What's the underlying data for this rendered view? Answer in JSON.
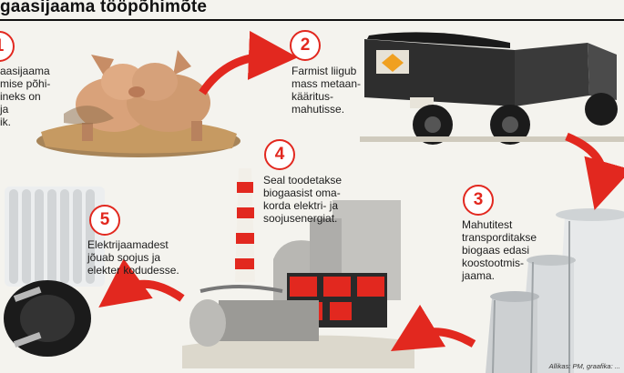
{
  "header": {
    "title": "gaasijaama tööpõhimõte"
  },
  "steps": [
    {
      "number": "1",
      "text": "aasijaama\nmise põhi-\nineks on\nja\nik."
    },
    {
      "number": "2",
      "text": "Farmist liigub\nmass metaan-\nkääritus-\nmahutisse."
    },
    {
      "number": "3",
      "text": "Mahutitest\ntransporditakse\nbiogaas edasi\nkoostootmis-\njaama."
    },
    {
      "number": "4",
      "text": "Seal toodetakse\nbiogaasist oma-\nkorda elektri- ja\nsoojusenergiat."
    },
    {
      "number": "5",
      "text": "Elektrijaamadest\njõuab soojus ja\nelekter kodudesse."
    }
  ],
  "credit": "Allikas: PM, graafika: ...",
  "colors": {
    "accent": "#e2281f",
    "background": "#f4f3ee",
    "text": "#1c1c1c"
  }
}
